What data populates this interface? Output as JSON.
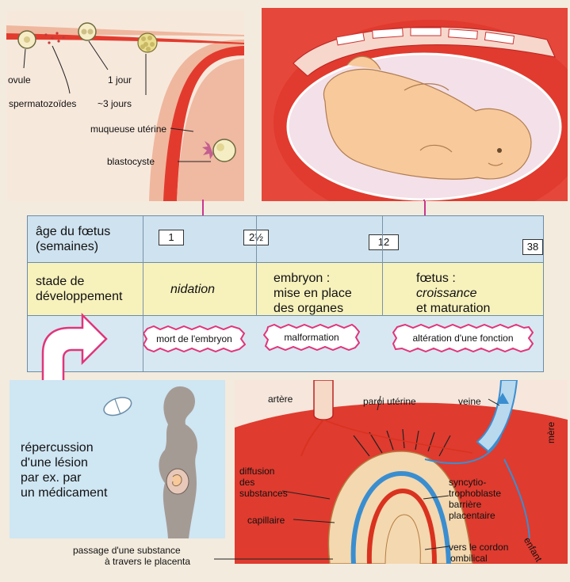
{
  "colors": {
    "uterus_wall": "#e23b2e",
    "mucosa": "#f0b9a2",
    "amniotic": "#f3dfe7",
    "fetus_skin": "#f7c99b",
    "table_blue": "#cfe2ef",
    "table_yellow": "#f7f1bc",
    "warning_pink": "#e0357a",
    "artery_red": "#d9321f",
    "vein_blue": "#3a8ed0"
  },
  "top_left": {
    "ovule": "ovule",
    "spermatozoides": "spermatozoïdes",
    "day1": "1 jour",
    "day3": "~3 jours",
    "muqueuse": "muqueuse utérine",
    "blastocyste": "blastocyste"
  },
  "table": {
    "age_header": "âge du fœtus (semaines)",
    "age_marks": [
      "1",
      "2½",
      "12",
      "38"
    ],
    "stage_header": "stade de développement",
    "stages": {
      "nidation": "nidation",
      "embryon_1": "embryon :",
      "embryon_2": "mise en place",
      "embryon_3": "des organes",
      "foetus_1": "fœtus :",
      "foetus_2": "croissance",
      "foetus_3": "et maturation"
    },
    "consequences": [
      "mort de l'embryon",
      "malformation",
      "altération d'une fonction"
    ]
  },
  "bottom_left": {
    "text_1": "répercussion",
    "text_2": "d'une lésion",
    "text_3": "par ex. par",
    "text_4": "un médicament"
  },
  "bottom_right": {
    "artere": "artère",
    "paroi": "paroi utérine",
    "veine": "veine",
    "mere": "mère",
    "enfant": "enfant",
    "diffusion_1": "diffusion",
    "diffusion_2": "des",
    "diffusion_3": "substances",
    "syncytio_1": "syncytio-",
    "syncytio_2": "trophoblaste",
    "syncytio_3": "barrière",
    "syncytio_4": "placentaire",
    "capillaire": "capillaire",
    "cordon_1": "vers le cordon",
    "cordon_2": "ombilical"
  },
  "caption": {
    "line_1": "passage d'une substance",
    "line_2": "à travers le placenta"
  }
}
